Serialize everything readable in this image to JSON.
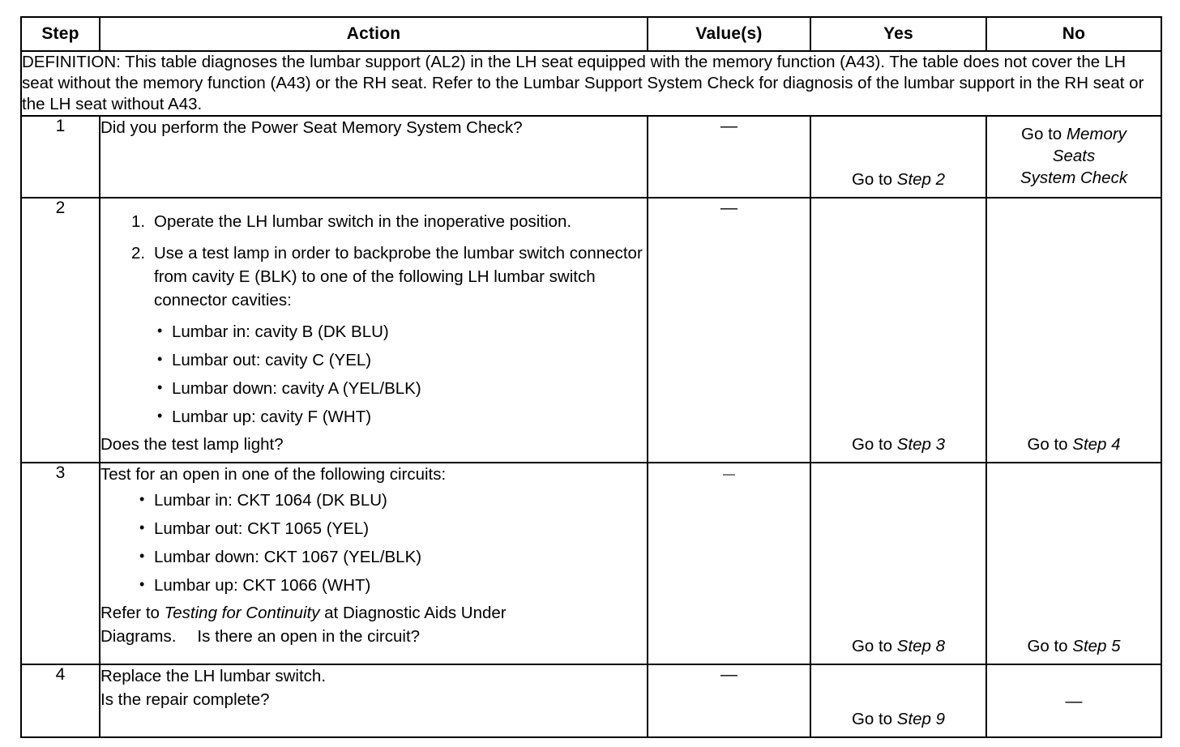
{
  "table": {
    "columns": [
      {
        "key": "step",
        "label": "Step"
      },
      {
        "key": "action",
        "label": "Action"
      },
      {
        "key": "value",
        "label": "Value(s)"
      },
      {
        "key": "yes",
        "label": "Yes"
      },
      {
        "key": "no",
        "label": "No"
      }
    ],
    "definition": "DEFINITION: This table diagnoses the lumbar support (AL2) in the LH seat equipped with the memory function (A43). The table does not cover the LH seat without the memory function (A43) or the RH seat. Refer to the Lumbar Support System Check for diagnosis of the lumbar support in the RH seat or the LH seat without A43.",
    "rows": [
      {
        "step": "1",
        "action": {
          "intro": "Did you perform the Power Seat Memory System Check?"
        },
        "value": "—",
        "yes": "Go to Step 2",
        "yes_plain": "Go to ",
        "yes_italic": "Step 2",
        "no_lines": [
          {
            "plain": "Go to ",
            "italic": "Memory"
          },
          {
            "plain": "",
            "italic": "Seats"
          },
          {
            "plain": "",
            "italic": "System Check"
          }
        ]
      },
      {
        "step": "2",
        "action": {
          "numbered": [
            "Operate the LH lumbar switch in the inoperative position.",
            "Use a test lamp in order to backprobe the lumbar switch connector from cavity E (BLK) to one of the following LH lumbar switch connector cavities:"
          ],
          "bullets": [
            "Lumbar in: cavity B (DK BLU)",
            "Lumbar out: cavity C (YEL)",
            "Lumbar down: cavity A (YEL/BLK)",
            "Lumbar up: cavity F (WHT)"
          ],
          "question": "Does the test lamp light?"
        },
        "value": "—",
        "yes_plain": "Go to ",
        "yes_italic": "Step 3",
        "no_plain": "Go to ",
        "no_italic": "Step 4"
      },
      {
        "step": "3",
        "action": {
          "intro": "Test for an open in one of the following circuits:",
          "bullets": [
            "Lumbar in: CKT 1064 (DK BLU)",
            "Lumbar out: CKT 1065 (YEL)",
            "Lumbar down: CKT 1067 (YEL/BLK)",
            "Lumbar up: CKT 1066 (WHT)"
          ],
          "refer_prefix": "Refer to ",
          "refer_italic": "Testing for Continuity",
          "refer_suffix": " at Diagnostic Aids Under",
          "refer_line2": "Diagrams.",
          "question": "Is there an open in the circuit?"
        },
        "value": "—",
        "yes_plain": "Go to ",
        "yes_italic": "Step 8",
        "no_plain": "Go to ",
        "no_italic": "Step 5"
      },
      {
        "step": "4",
        "action": {
          "intro": "Replace the LH lumbar switch.",
          "question": "Is the repair complete?"
        },
        "value": "—",
        "yes_plain": "Go to ",
        "yes_italic": "Step 9",
        "no": "—"
      }
    ]
  }
}
